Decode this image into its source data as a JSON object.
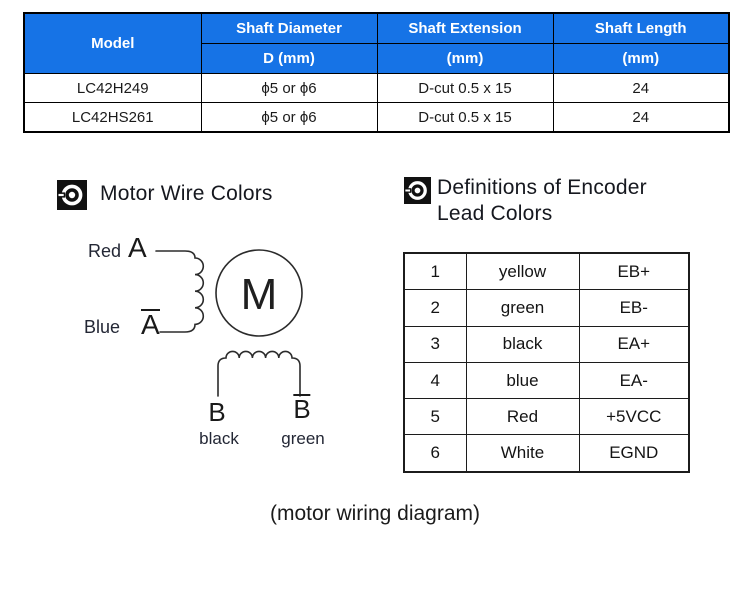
{
  "colors": {
    "header_blue": "#1673E6",
    "header_text": "#FFFFFF",
    "table_border": "#000000",
    "body_text": "#1A1A1A",
    "diagram_stroke": "#2B2B2B"
  },
  "spec_table": {
    "headers": {
      "model": "Model",
      "shaft_diameter": {
        "line1": "Shaft Diameter",
        "line2": "D (mm)"
      },
      "shaft_extension": {
        "line1": "Shaft Extension",
        "line2": "(mm)"
      },
      "shaft_length": {
        "line1": "Shaft Length",
        "line2": "(mm)"
      }
    },
    "rows": [
      {
        "model": "LC42H249",
        "shaft_diameter": "ϕ5 or ϕ6",
        "shaft_extension": "D-cut 0.5 x 15",
        "shaft_length": "24"
      },
      {
        "model": "LC42HS261",
        "shaft_diameter": "ϕ5 or ϕ6",
        "shaft_extension": "D-cut 0.5 x 15",
        "shaft_length": "24"
      }
    ]
  },
  "sections": {
    "motor_wire_colors": {
      "title": "Motor Wire Colors"
    },
    "encoder_lead_colors": {
      "title_line1": "Definitions of Encoder",
      "title_line2": "Lead Colors"
    }
  },
  "wiring_diagram": {
    "phase_a": {
      "top_wire_color": "Red",
      "top_terminal": "A",
      "bottom_wire_color": "Blue",
      "bottom_terminal": "A",
      "bottom_terminal_overline": true
    },
    "motor_symbol": "M",
    "phase_b": {
      "left_terminal": "B",
      "left_wire_color": "black",
      "right_terminal": "B",
      "right_terminal_overline": true,
      "right_wire_color": "green"
    }
  },
  "encoder_table": {
    "rows": [
      {
        "pin": "1",
        "color": "yellow",
        "signal": "EB+"
      },
      {
        "pin": "2",
        "color": "green",
        "signal": "EB-"
      },
      {
        "pin": "3",
        "color": "black",
        "signal": "EA+"
      },
      {
        "pin": "4",
        "color": "blue",
        "signal": "EA-"
      },
      {
        "pin": "5",
        "color": "Red",
        "signal": "+5VCC"
      },
      {
        "pin": "6",
        "color": "White",
        "signal": "EGND"
      }
    ]
  },
  "caption": "(motor wiring diagram)"
}
